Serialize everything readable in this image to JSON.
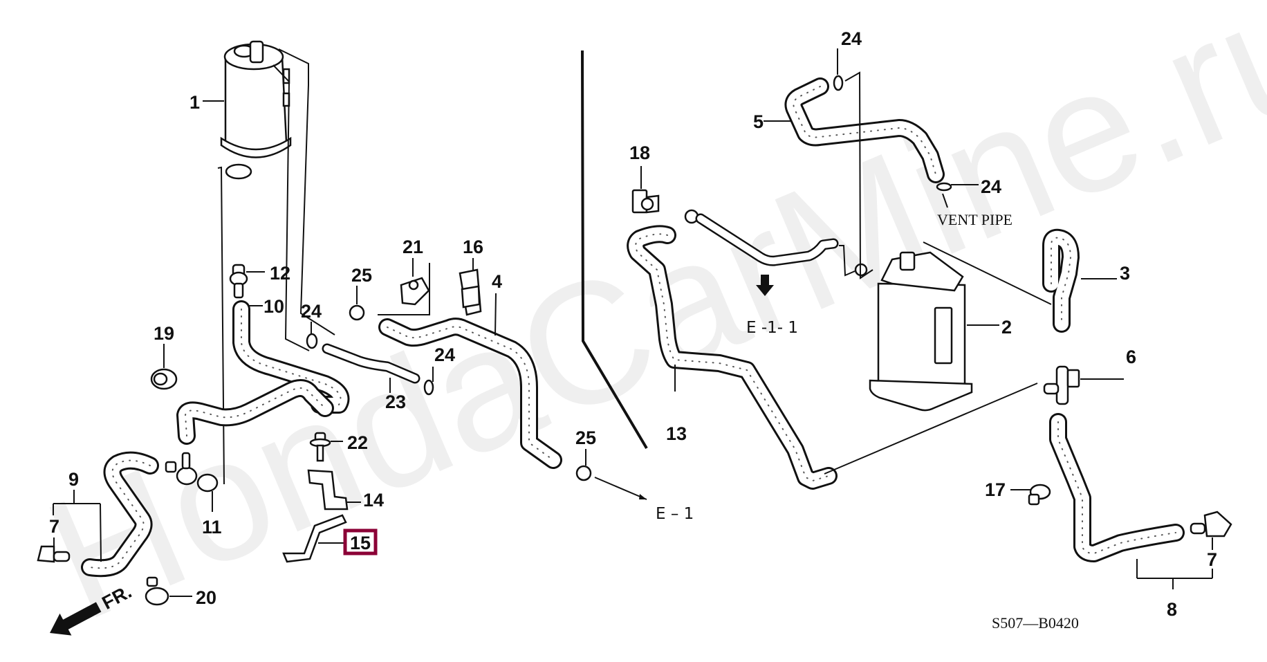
{
  "diagram": {
    "title_code": "S507—B0420",
    "watermark": "HondaCarMine.ru",
    "highlight_color": "#8b0036",
    "direction_label": "FR.",
    "vent_pipe_label": "VENT PIPE",
    "refs": {
      "e1": "E – 1",
      "e11": "E -1- 1"
    },
    "highlighted_part": "15",
    "callouts": [
      {
        "id": "c1",
        "label": "1"
      },
      {
        "id": "c2",
        "label": "2"
      },
      {
        "id": "c3",
        "label": "3"
      },
      {
        "id": "c4",
        "label": "4"
      },
      {
        "id": "c5",
        "label": "5"
      },
      {
        "id": "c6",
        "label": "6"
      },
      {
        "id": "c7a",
        "label": "7"
      },
      {
        "id": "c7b",
        "label": "7"
      },
      {
        "id": "c8",
        "label": "8"
      },
      {
        "id": "c9",
        "label": "9"
      },
      {
        "id": "c10",
        "label": "10"
      },
      {
        "id": "c11",
        "label": "11"
      },
      {
        "id": "c12",
        "label": "12"
      },
      {
        "id": "c13",
        "label": "13"
      },
      {
        "id": "c14",
        "label": "14"
      },
      {
        "id": "c15",
        "label": "15"
      },
      {
        "id": "c16",
        "label": "16"
      },
      {
        "id": "c17",
        "label": "17"
      },
      {
        "id": "c18",
        "label": "18"
      },
      {
        "id": "c19",
        "label": "19"
      },
      {
        "id": "c20",
        "label": "20"
      },
      {
        "id": "c21",
        "label": "21"
      },
      {
        "id": "c22",
        "label": "22"
      },
      {
        "id": "c23",
        "label": "23"
      },
      {
        "id": "c24a",
        "label": "24"
      },
      {
        "id": "c24b",
        "label": "24"
      },
      {
        "id": "c24c",
        "label": "24"
      },
      {
        "id": "c24d",
        "label": "24"
      },
      {
        "id": "c25a",
        "label": "25"
      },
      {
        "id": "c25b",
        "label": "25"
      }
    ]
  }
}
